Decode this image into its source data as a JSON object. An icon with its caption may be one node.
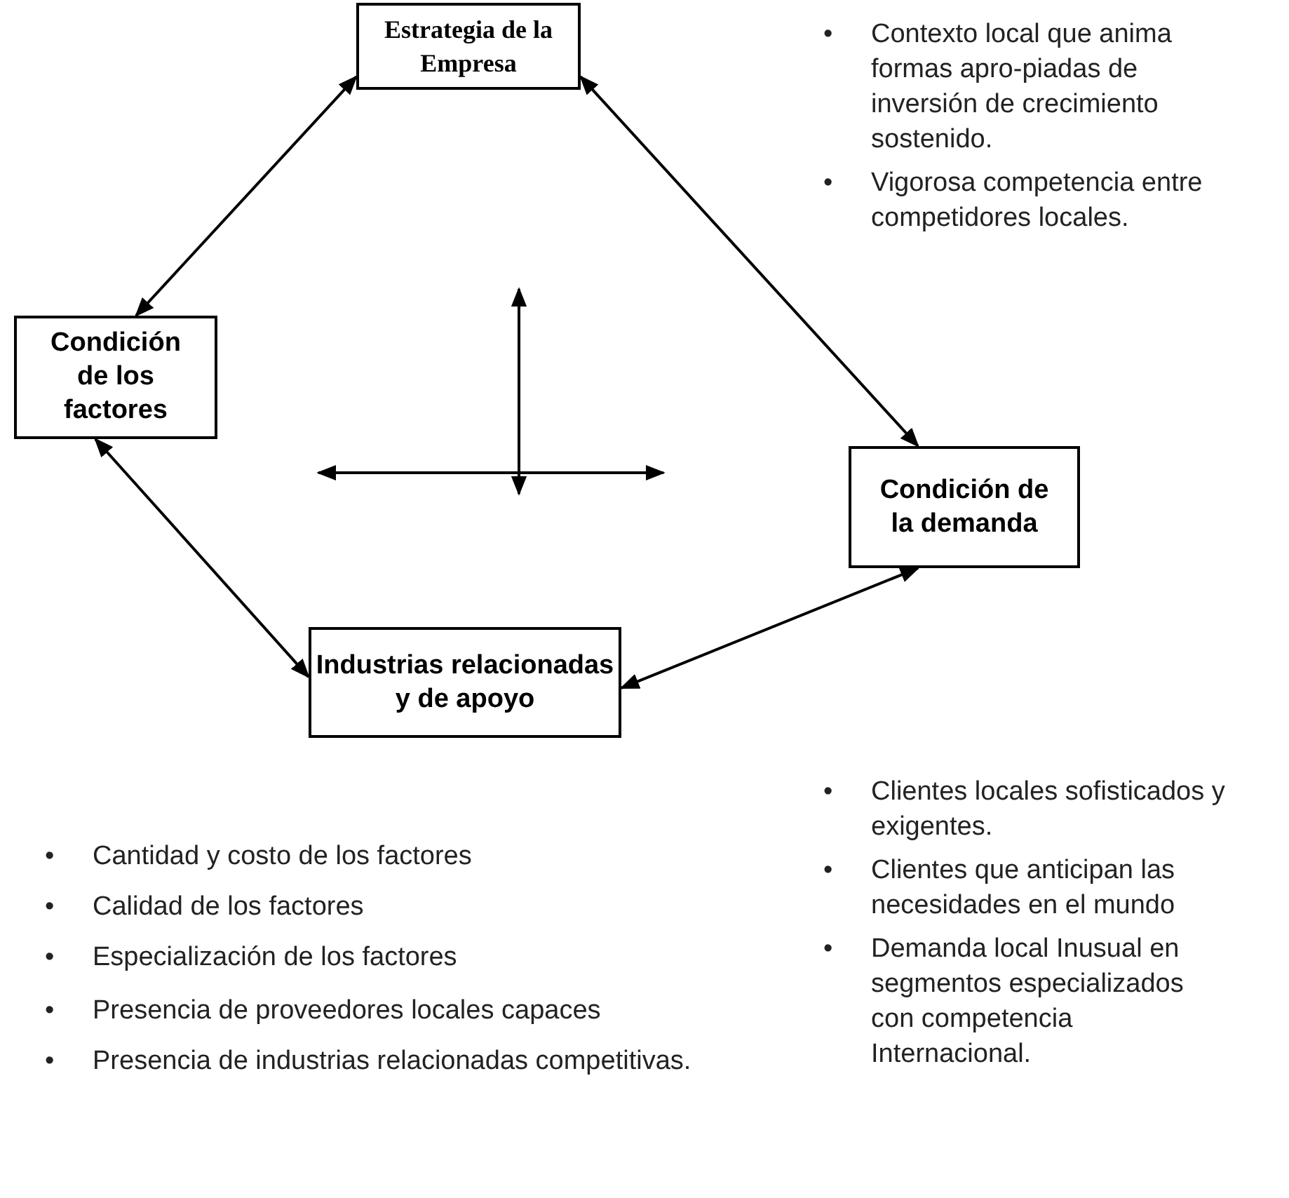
{
  "diagram": {
    "nodes": [
      {
        "text": [
          "Estrategia de la Empresa"
        ]
      },
      {
        "text": [
          "Condición de los factores"
        ]
      },
      {
        "text": [
          "Condición de la demanda"
        ]
      },
      {
        "text": [
          "Industrias relacionadas y de apoyo"
        ]
      }
    ],
    "edges": [
      {
        "from": 0,
        "to": 1,
        "arrow": "both"
      },
      {
        "from": 0,
        "to": 2,
        "arrow": "both"
      },
      {
        "from": 1,
        "to": 3,
        "arrow": "both"
      },
      {
        "from": 3,
        "to": 2,
        "arrow": "both"
      }
    ],
    "labels": [
      "•",
      "Contexto local que anima formas apro-piadas de inversión de crecimiento sostenido.",
      "•",
      "Vigorosa competencia entre competidores locales.",
      "•",
      "Clientes locales sofisticados y exigentes.",
      "•",
      "Clientes que anticipan las necesidades en el mundo",
      "•",
      "Demanda local Inusual en segmentos especializados con competencia Internacional.",
      "•",
      "Cantidad y costo de los factores",
      "•",
      "Calidad de los factores",
      "•",
      "Especialización de los factores",
      "•",
      "Presencia de proveedores locales capaces",
      "•",
      "Presencia de industrias relacionadas competitivas."
    ]
  }
}
